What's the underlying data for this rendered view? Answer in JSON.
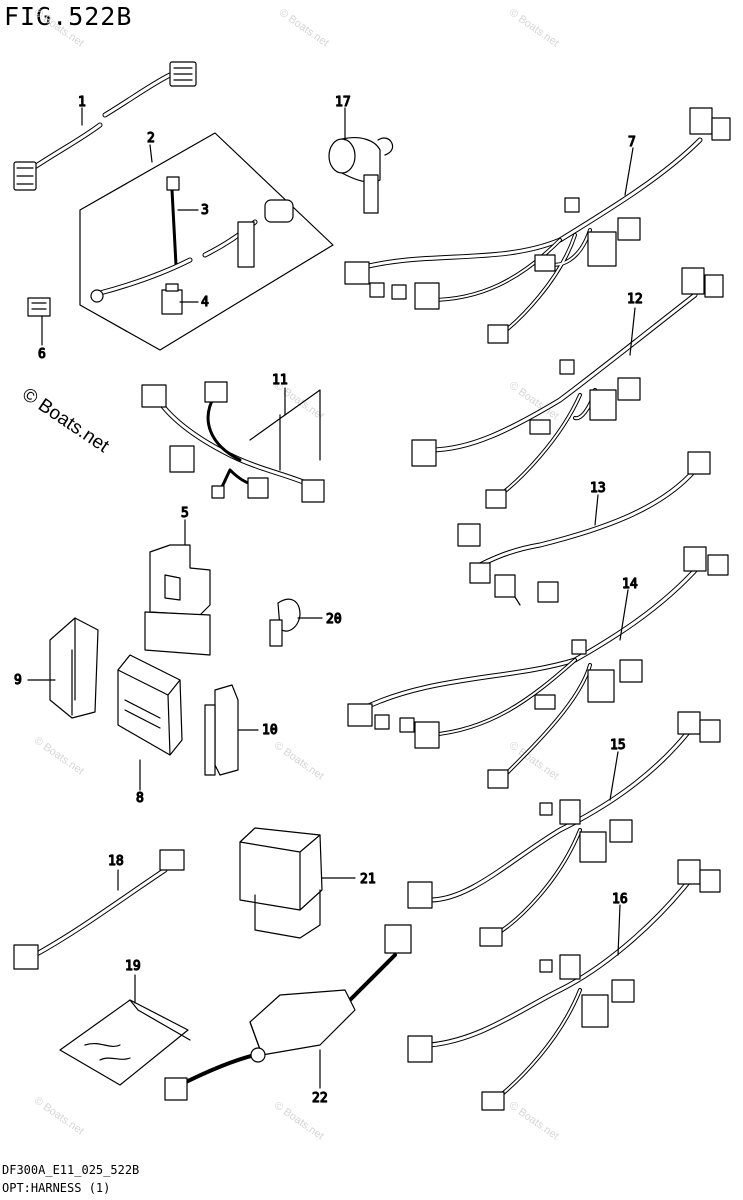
{
  "figure": {
    "title": "FIG.522B"
  },
  "footer": {
    "code": "DF300A_E11_025_522B",
    "caption": "OPT:HARNESS (1)"
  },
  "copyright": "© Boats.net",
  "watermark": "© Boats.net",
  "callouts": [
    "1",
    "2",
    "3",
    "4",
    "5",
    "6",
    "7",
    "8",
    "9",
    "10",
    "11",
    "12",
    "13",
    "14",
    "15",
    "16",
    "17",
    "18",
    "19",
    "20",
    "21",
    "22"
  ]
}
